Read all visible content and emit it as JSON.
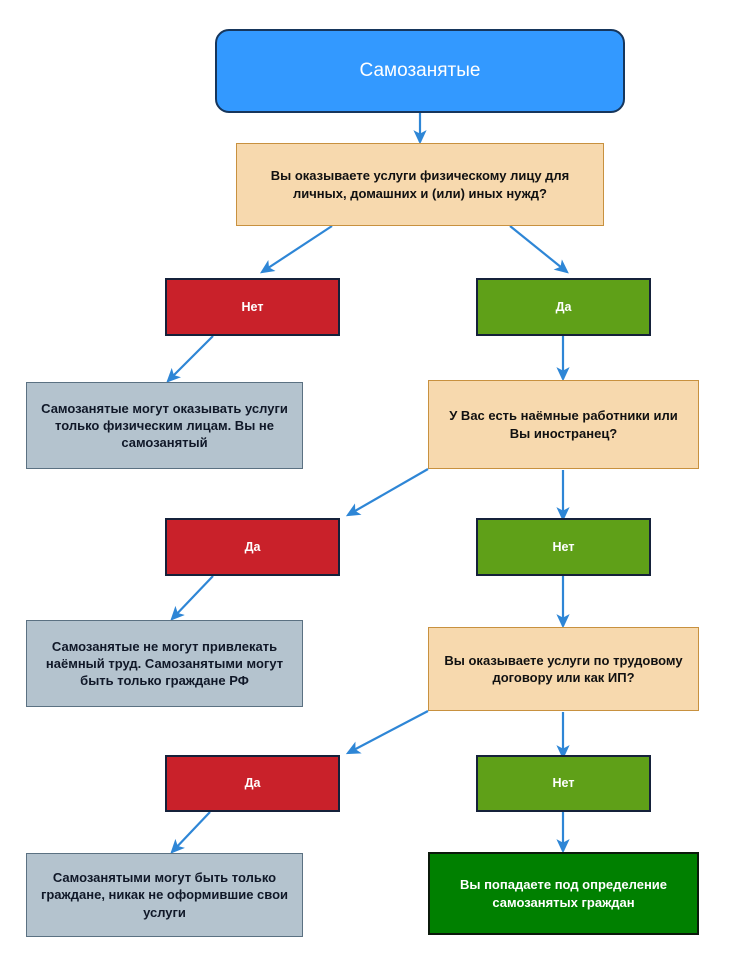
{
  "diagram": {
    "title_node": {
      "label": "Самозанятые",
      "color": "#3399ff"
    },
    "questions": [
      {
        "id": "q1",
        "label": "Вы оказываете услуги физическому лицу для личных, домашних и (или) иных нужд?",
        "color": "#f7d9ae"
      },
      {
        "id": "q2",
        "label": "У Вас есть наёмные работники или Вы иностранец?",
        "color": "#f7d9ae"
      },
      {
        "id": "q3",
        "label": "Вы оказываете услуги по трудовому договору или как ИП?",
        "color": "#f7d9ae"
      }
    ],
    "answers": [
      {
        "id": "a1-no",
        "label": "Нет",
        "color": "#c9212a"
      },
      {
        "id": "a1-yes",
        "label": "Да",
        "color": "#5fa018"
      },
      {
        "id": "a2-yes",
        "label": "Да",
        "color": "#c9212a"
      },
      {
        "id": "a2-no",
        "label": "Нет",
        "color": "#5fa018"
      },
      {
        "id": "a3-yes",
        "label": "Да",
        "color": "#c9212a"
      },
      {
        "id": "a3-no",
        "label": "Нет",
        "color": "#5fa018"
      }
    ],
    "outcomes": [
      {
        "id": "o1",
        "label": "Самозанятые могут оказывать услуги только физическим лицам. Вы не самозанятый",
        "color": "#b4c3ce"
      },
      {
        "id": "o2",
        "label": "Самозанятые не могут привлекать наёмный труд. Самозанятыми могут быть только граждане РФ",
        "color": "#b4c3ce"
      },
      {
        "id": "o3",
        "label": "Самозанятыми могут быть только граждане, никак не оформившие свои услуги",
        "color": "#b4c3ce"
      },
      {
        "id": "o4",
        "label": "Вы попадаете под определение самозанятых граждан",
        "color": "#008000"
      }
    ],
    "arrow_color": "#2e86d6"
  }
}
